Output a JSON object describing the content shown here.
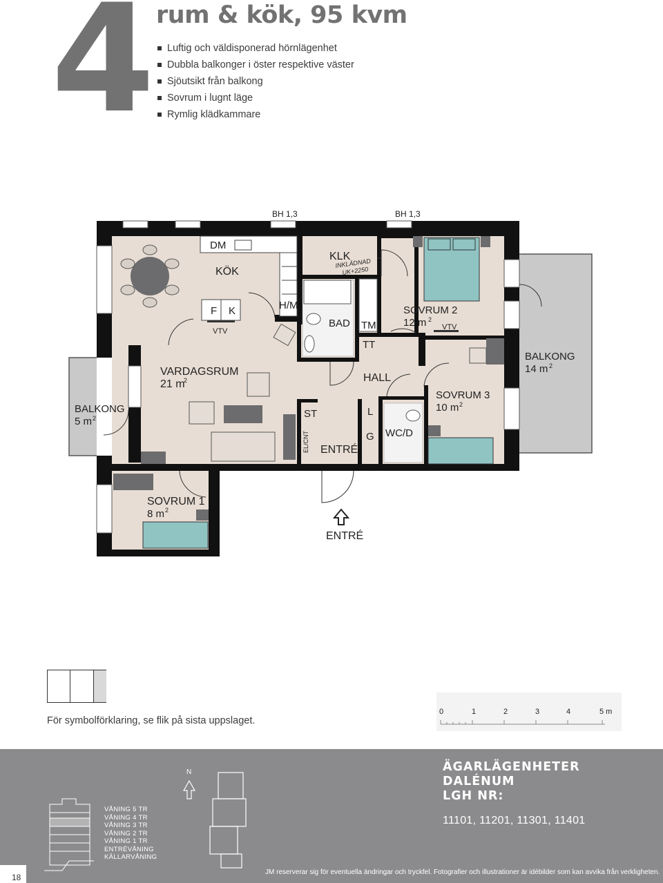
{
  "header": {
    "big_number": "4",
    "title": "rum & kök, 95 kvm",
    "features": [
      "Luftig och väldisponerad hörnlägenhet",
      "Dubbla balkonger i öster respektive väster",
      "Sjöutsikt från balkong",
      "Sovrum i lugnt läge",
      "Rymlig klädkammare"
    ]
  },
  "plan": {
    "bh_left": "BH 1,3",
    "bh_right": "BH 1,3",
    "rooms": {
      "kok": "KÖK",
      "dm": "DM",
      "f": "F",
      "k": "K",
      "vtv_kitchen": "VTV",
      "hm": "H/M",
      "klk": "KLK",
      "klk_note_1": "INKLÄDNAD",
      "klk_note_2": "UK+2250",
      "bad": "BAD",
      "tm": "TM",
      "tt": "TT",
      "sovrum2": "SOVRUM 2",
      "sovrum2_area": "12 m",
      "vtv_bedroom": "VTV",
      "balkong_east": "BALKONG",
      "balkong_east_area": "14 m",
      "vardagsrum": "VARDAGSRUM",
      "vardagsrum_area": "21 m",
      "hall": "HALL",
      "sovrum3": "SOVRUM 3",
      "sovrum3_area": "10 m",
      "balkong_west": "BALKONG",
      "balkong_west_area": "5 m",
      "st": "ST",
      "elcnt": "EL/CNT",
      "entre_inside": "ENTRÉ",
      "l": "L",
      "g": "G",
      "wcd": "WC/D",
      "sovrum1": "SOVRUM 1",
      "sovrum1_area": "8 m",
      "entre_arrow_label": "ENTRÉ",
      "sup": "2"
    }
  },
  "legend_note": "För symbolförklaring, se flik på sista uppslaget.",
  "scale": {
    "labels": [
      "0",
      "1",
      "2",
      "3",
      "4",
      "5 m"
    ]
  },
  "footer": {
    "north": "N",
    "floors": [
      "VÅNING 5 TR",
      "VÅNING 4 TR",
      "VÅNING 3 TR",
      "VÅNING 2 TR",
      "VÅNING 1 TR",
      "ENTRÉVÅNING",
      "KÄLLARVÅNING"
    ],
    "owner_line1": "ÄGARLÄGENHETER",
    "owner_line2": "DALÉNUM",
    "owner_line3": "LGH NR:",
    "apartment_numbers": "11101, 11201, 11301, 11401",
    "disclaimer": "JM reserverar sig för eventuella ändringar och tryckfel. Fotografier och illustrationer är idébilder som kan avvika från verkligheten.",
    "page_number": "18"
  },
  "colors": {
    "floor": "#e8ddd4",
    "balcony": "#c9c9c9",
    "bed": "#8fc4c3",
    "wall": "#111111",
    "footer": "#8b8b8d",
    "heading_gray": "#727272"
  }
}
